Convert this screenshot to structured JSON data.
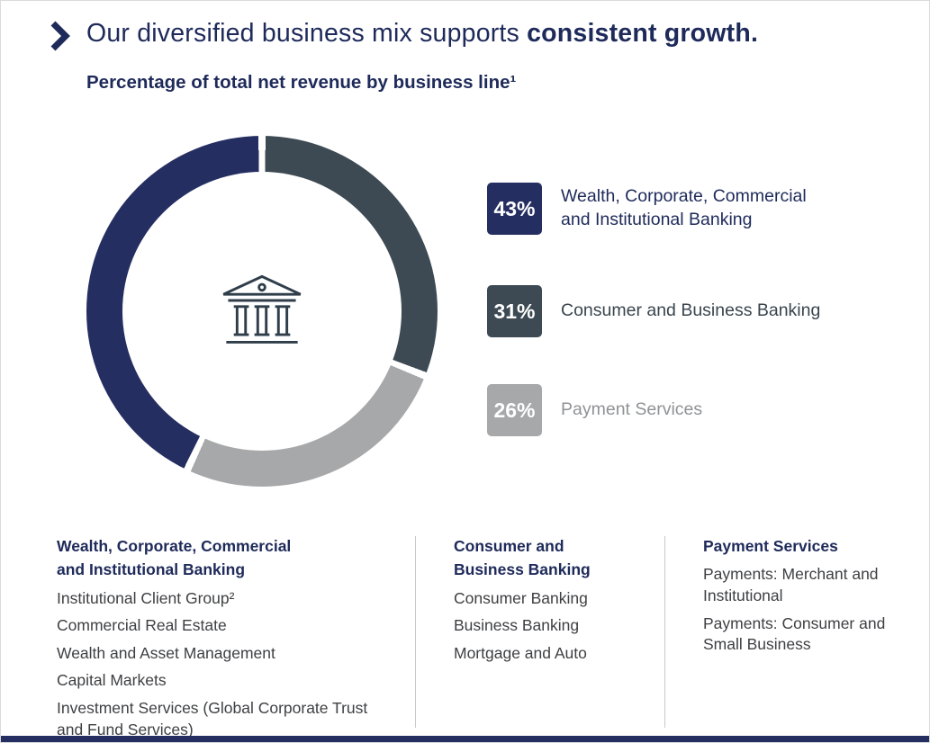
{
  "header": {
    "title_regular": "Our diversified business mix supports ",
    "title_bold": "consistent growth.",
    "subtitle": "Percentage of total net revenue by business line¹"
  },
  "colors": {
    "navy": "#252e61",
    "slate": "#3d4a53",
    "gray": "#a7a8aa",
    "divider": "#c8c9ca",
    "body_text": "#3f4043",
    "heading_text": "#1e2a5a"
  },
  "chart_data": {
    "type": "pie",
    "donut": true,
    "title": "Percentage of total net revenue by business line",
    "categories": [
      "Wealth, Corporate, Commercial and Institutional Banking",
      "Consumer and Business Banking",
      "Payment Services"
    ],
    "values": [
      43,
      31,
      26
    ],
    "unit": "%",
    "colors": [
      "#252e61",
      "#3d4a53",
      "#a7a8aa"
    ],
    "segments_clockwise_from_top": [
      {
        "label": "Consumer and Business Banking",
        "value": 31,
        "color": "#3d4a53"
      },
      {
        "label": "Payment Services",
        "value": 26,
        "color": "#a7a8aa"
      },
      {
        "label": "Wealth, Corporate, Commercial and Institutional Banking",
        "value": 43,
        "color": "#252e61"
      }
    ],
    "center_icon": "bank-building-icon",
    "legend_position": "right"
  },
  "legend": [
    {
      "pct": "43%",
      "label": "Wealth, Corporate, Commercial and Institutional Banking",
      "color": "#252e61",
      "label_color": "#1e2a5a"
    },
    {
      "pct": "31%",
      "label": "Consumer and Business Banking",
      "color": "#3d4a53",
      "label_color": "#39454e"
    },
    {
      "pct": "26%",
      "label": "Payment Services",
      "color": "#a7a8aa",
      "label_color": "#909295"
    }
  ],
  "columns": [
    {
      "header": "Wealth, Corporate, Commercial\nand Institutional Banking",
      "items": [
        "Institutional Client Group²",
        "Commercial Real Estate",
        "Wealth and Asset Management",
        "Capital Markets",
        "Investment Services (Global Corporate Trust and Fund Services)"
      ]
    },
    {
      "header": "Consumer and\nBusiness Banking",
      "items": [
        "Consumer Banking",
        "Business Banking",
        "Mortgage and Auto"
      ]
    },
    {
      "header": "Payment Services",
      "items": [
        "Payments: Merchant and Institutional",
        "Payments: Consumer and Small Business"
      ]
    }
  ],
  "footer": {
    "bar_color": "#252e61"
  }
}
